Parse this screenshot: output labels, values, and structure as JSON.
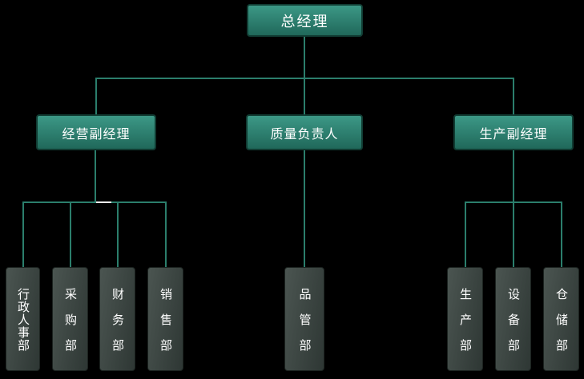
{
  "org_chart": {
    "root": {
      "label": "总经理"
    },
    "level2": [
      {
        "label": "经营副经理"
      },
      {
        "label": "质量负责人"
      },
      {
        "label": "生产副经理"
      }
    ],
    "level3": {
      "ops": [
        {
          "label": "行政人事部"
        },
        {
          "label": "采购部"
        },
        {
          "label": "财务部"
        },
        {
          "label": "销售部"
        }
      ],
      "quality": [
        {
          "label": "品管部"
        }
      ],
      "production": [
        {
          "label": "生产部"
        },
        {
          "label": "设备部"
        },
        {
          "label": "仓储部"
        }
      ]
    }
  },
  "colors": {
    "background": "#000000",
    "connector_line": "#2b7e6c",
    "manager_box_gradient_top": "#3c9886",
    "manager_box_gradient_bottom": "#20685a",
    "manager_box_border": "#113c33",
    "dept_box_gradient_light": "#4b5551",
    "dept_box_gradient_dark": "#2e3734",
    "text": "#ffffff",
    "artifact_segment": "#ffffff"
  }
}
